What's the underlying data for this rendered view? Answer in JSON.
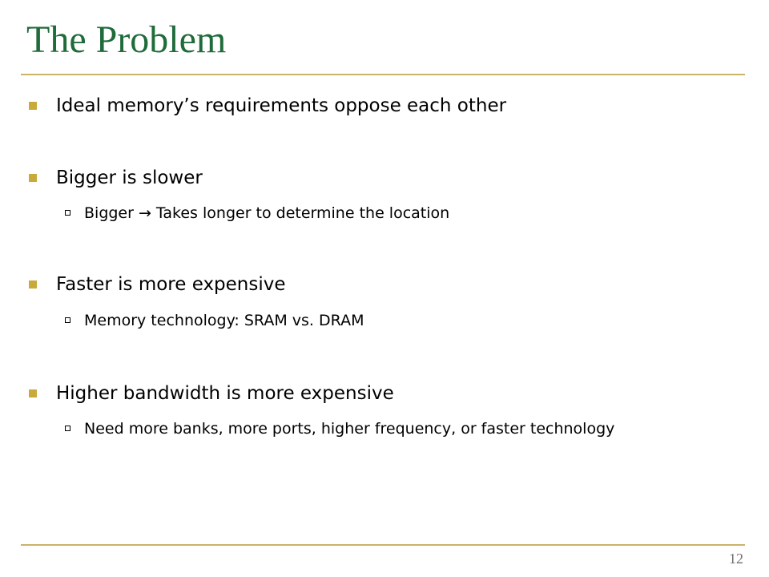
{
  "slide": {
    "title": "The Problem",
    "bullets": [
      {
        "text": "Ideal memory’s requirements oppose each other",
        "sub": []
      },
      {
        "text": "Bigger is slower",
        "sub": [
          "Bigger  →  Takes longer to determine the location"
        ]
      },
      {
        "text": "Faster is more expensive",
        "sub": [
          "Memory technology: SRAM vs. DRAM"
        ]
      },
      {
        "text": "Higher bandwidth is more expensive",
        "sub": [
          "Need more banks, more ports, higher frequency, or faster technology"
        ]
      }
    ],
    "page_number": "12"
  },
  "colors": {
    "title": "#1f6b3a",
    "rule": "#c9b46a",
    "bullet": "#c9a93a",
    "page_number": "#6e6e6e"
  }
}
